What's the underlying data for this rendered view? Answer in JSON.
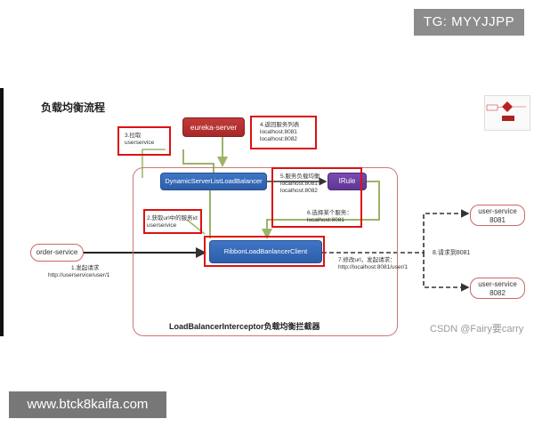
{
  "watermark": {
    "tg": "TG: MYYJJPP",
    "site": "www.btck8kaifa.com",
    "csdn": "CSDN @Fairy要carry"
  },
  "diagram": {
    "title": "负载均衡流程",
    "container_title": "LoadBalancerInterceptor负载均衡拦截器",
    "nodes": {
      "eureka": "eureka-server",
      "dynamic": "DynamicServerListLoadBalancer",
      "irule": "IRule",
      "ribbon": "RibbonLoadBanlancerClient",
      "order": "order-service",
      "user1": [
        "user-service",
        "8081"
      ],
      "user2": [
        "user-service",
        "8082"
      ]
    },
    "notes": {
      "n1": [
        "1.发起请求",
        "http://userservice/user/1"
      ],
      "n2": [
        "2.获取url中的服务id",
        "userservice"
      ],
      "n3": [
        "3.拉取",
        "userservice"
      ],
      "n4": [
        "4.返回服务列表",
        "localhost:8081",
        "localhost:8082"
      ],
      "n5": [
        "5.服务负载均衡",
        "localhost:8081",
        "localhost:8082"
      ],
      "n6": [
        "6.选择某个服务：",
        "localhost:8081"
      ],
      "n7": [
        "7.修改url，发起请求：",
        "http://localhost:8081/user/1"
      ],
      "n8": "8.请求到8081"
    }
  }
}
